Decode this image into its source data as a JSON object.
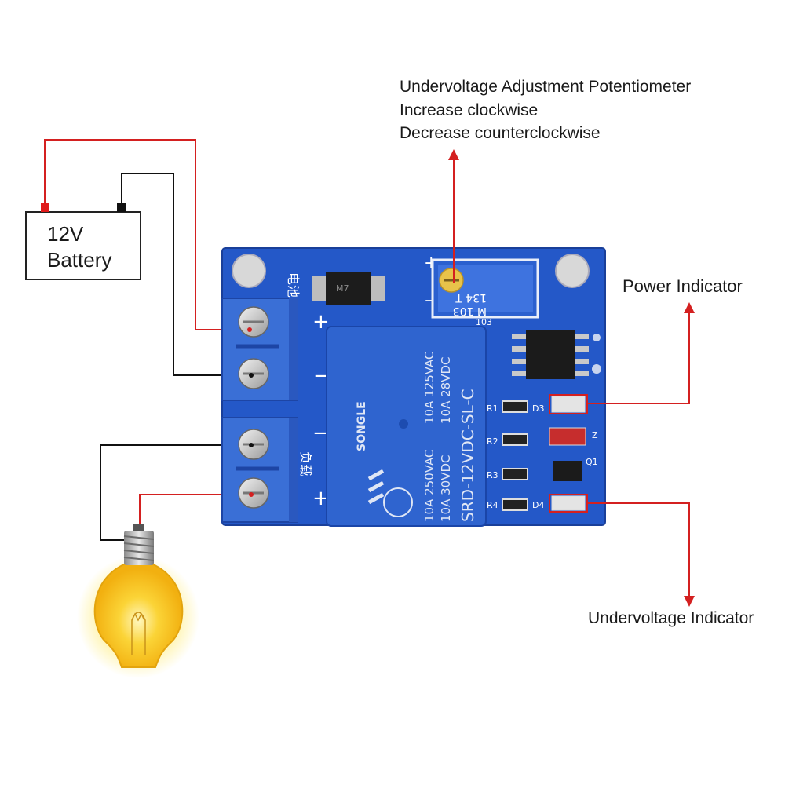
{
  "battery": {
    "line1": "12V",
    "line2": "Battery"
  },
  "potentiometer_note": {
    "line1": "Undervoltage Adjustment Potentiometer",
    "line2": "Increase clockwise",
    "line3": "Decrease counterclockwise"
  },
  "power_indicator": "Power Indicator",
  "undervoltage_indicator": "Undervoltage Indicator",
  "board": {
    "battery_terminal_label": "电池",
    "load_terminal_label": "负载",
    "plus": "+",
    "minus": "−",
    "pot_code": "103",
    "pot_markings": [
      "134 T",
      "M 103"
    ],
    "diode_marking": "M7",
    "relay_brand": "SONGLE",
    "relay_model": "SRD-12VDC-SL-C",
    "relay_ratings": [
      "10A 250VAC",
      "10A 30VDC",
      "10A 125VAC",
      "10A 28VDC"
    ],
    "components": [
      "R1",
      "D3",
      "R2",
      "Z",
      "R3",
      "Q1",
      "R4",
      "D4"
    ]
  },
  "colors": {
    "wire_positive": "#d42020",
    "wire_negative": "#111111",
    "pcb": "#2458c8",
    "terminal": "#3a6fd6",
    "relay": "#2f64cf",
    "bulb": "#f7c21d"
  }
}
